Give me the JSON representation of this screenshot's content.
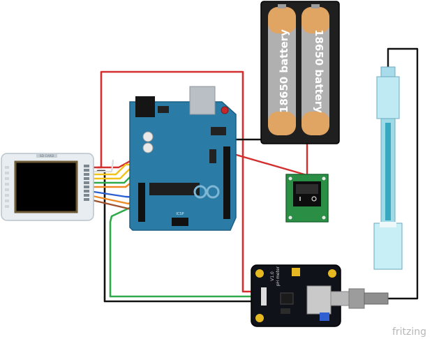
{
  "battery_holder": {
    "cell_1_label": "18650 battery",
    "cell_2_label": "18650 battery"
  },
  "tft": {
    "sd_label": "SD CARD"
  },
  "ph_meter": {
    "label": "pH meter",
    "version": "V1.0"
  },
  "arduino": {
    "icsp_label": "ICSP"
  },
  "watermark": "fritzing",
  "colors": {
    "red_wire": "#d32f2f",
    "black_wire": "#111111",
    "green_wire": "#2eaa4a",
    "blue_wire": "#2c5fd1",
    "yellow_wire": "#f2c21a",
    "orange_wire": "#f08a24",
    "brown_wire": "#a0522d",
    "arduino_board": "#2a7ca6",
    "switch_board": "#2a8f45",
    "ph_board": "#0f1218"
  }
}
